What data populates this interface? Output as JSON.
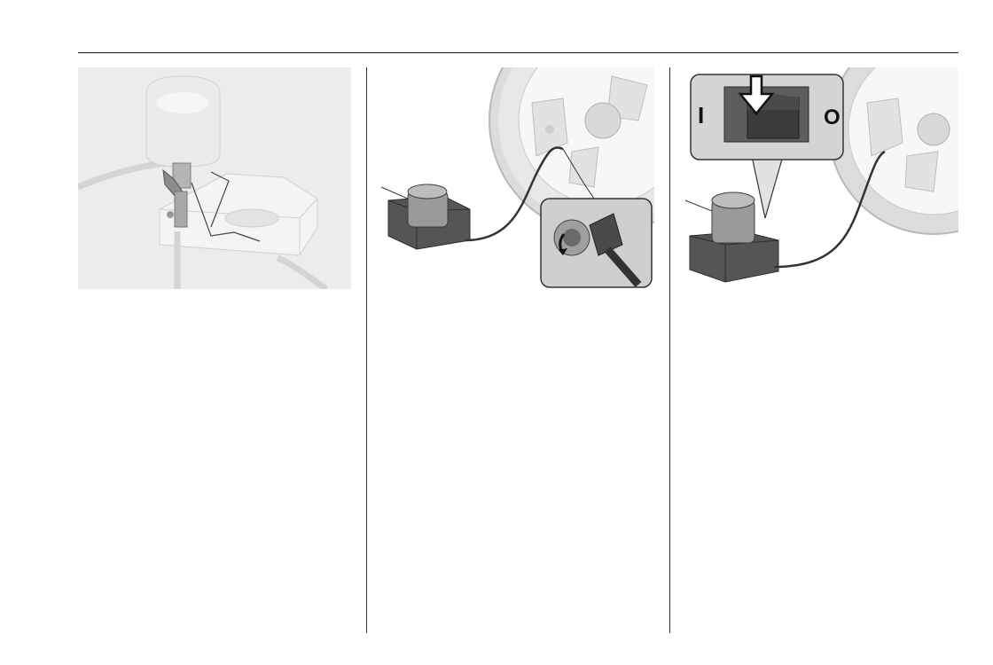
{
  "page": {
    "figures": [
      {
        "id": "compressor-sealant-bottle"
      },
      {
        "id": "hose-on-tyre-valve"
      },
      {
        "id": "compressor-on-off-switch"
      }
    ],
    "switch_labels": {
      "on": "I",
      "off": "O"
    }
  }
}
